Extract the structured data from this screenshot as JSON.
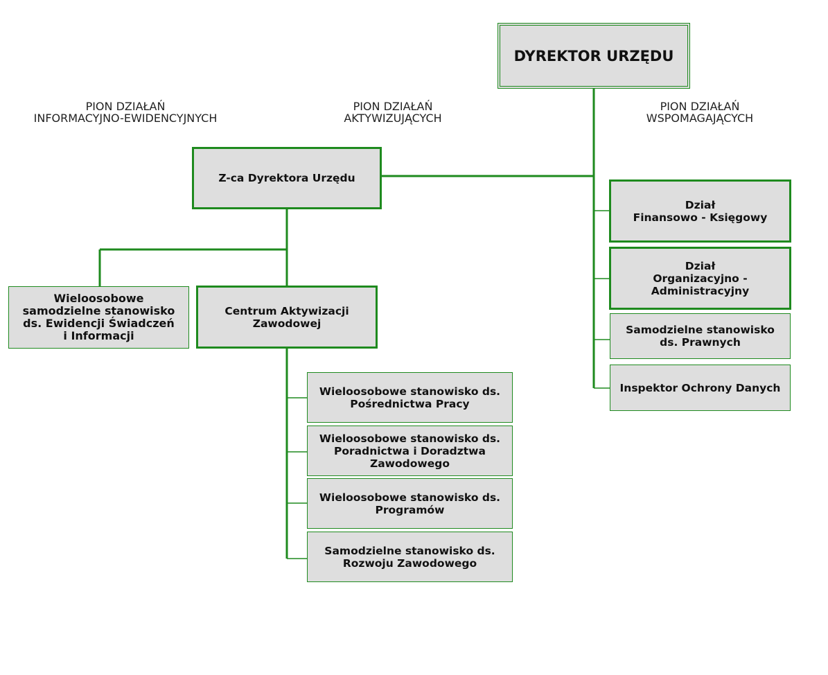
{
  "colors": {
    "line": "#1e8a1e",
    "box_fill": "#dedede",
    "text": "#111111"
  },
  "pions": {
    "info": "PION DZIAŁAŃ\nINFORMACYJNO-EWIDENCYJNYCH",
    "activ": "PION DZIAŁAŃ\nAKTYWIZUJĄCYCH",
    "support": "PION DZIAŁAŃ\nWSPOMAGAJĄCYCH"
  },
  "units": {
    "director": "DYREKTOR URZĘDU",
    "deputy": "Z-ca Dyrektora Urzędu",
    "evidence": "Wieloosobowe\nsamodzielne stanowisko\nds. Ewidencji Świadczeń\ni Informacji",
    "centrum": "Centrum Aktywizacji\nZawodowej",
    "posrednictwo": "Wieloosobowe  stanowisko ds.\nPośrednictwa Pracy",
    "poradnictwo": "Wieloosobowe  stanowisko ds.\nPoradnictwa i Doradztwa\nZawodowego",
    "programy": "Wieloosobowe  stanowisko ds.\nProgramów",
    "rozwoj": "Samodzielne stanowisko ds.\nRozwoju Zawodowego",
    "finanse": "Dział\nFinansowo - Księgowy",
    "organizacja": "Dział\nOrganizacyjno -\nAdministracyjny",
    "prawne": "Samodzielne stanowisko\nds. Prawnych",
    "iod": "Inspektor Ochrony Danych"
  }
}
